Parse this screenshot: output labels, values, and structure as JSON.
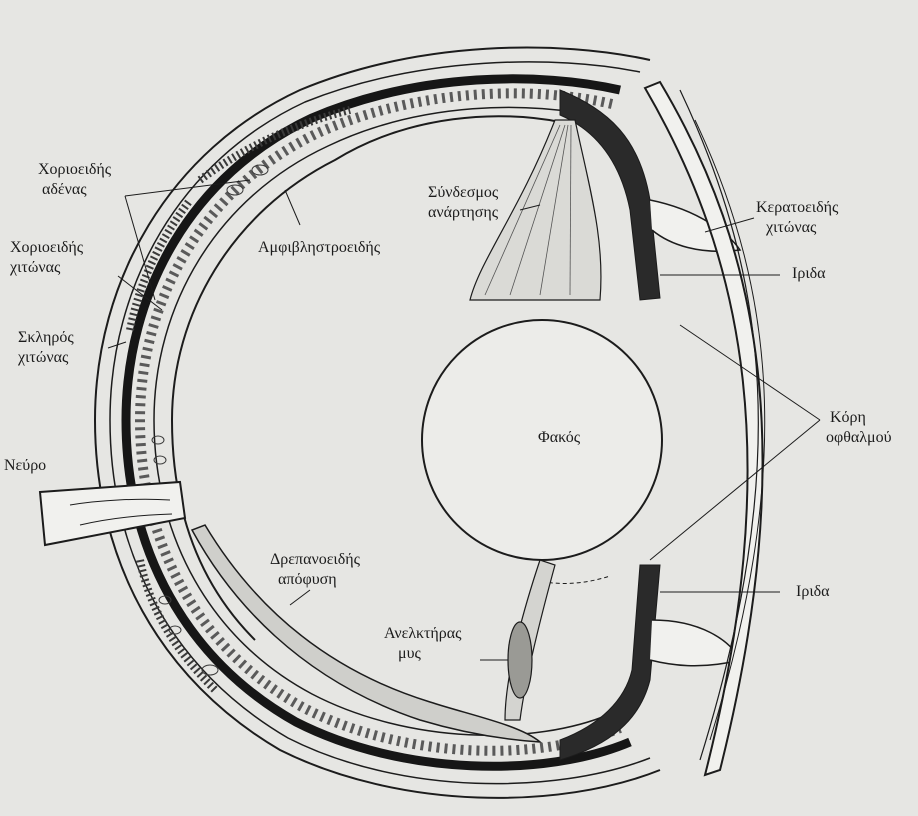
{
  "labels": {
    "choroid_gland": [
      "Χοριοειδής",
      "αδένας"
    ],
    "choroid_coat": [
      "Χοριοειδής",
      "χιτώνας"
    ],
    "sclera": [
      "Σκληρός",
      "χιτώνας"
    ],
    "nerve": "Νεύρο",
    "retina": "Αμφιβληστροειδής",
    "suspensory_ligament": [
      "Σύνδεσμος",
      "ανάρτησης"
    ],
    "cornea": [
      "Κερατοειδής",
      "χιτώνας"
    ],
    "iris_top": "Ιριδα",
    "lens": "Φακός",
    "pupil": [
      "Κόρη",
      "οφθαλμού"
    ],
    "falciform_process": [
      "Δρεπανοειδής",
      "απόφυση"
    ],
    "iris_bottom": "Ιριδα",
    "retractor_muscle": [
      "Ανελκτήρας",
      "μυς"
    ]
  }
}
